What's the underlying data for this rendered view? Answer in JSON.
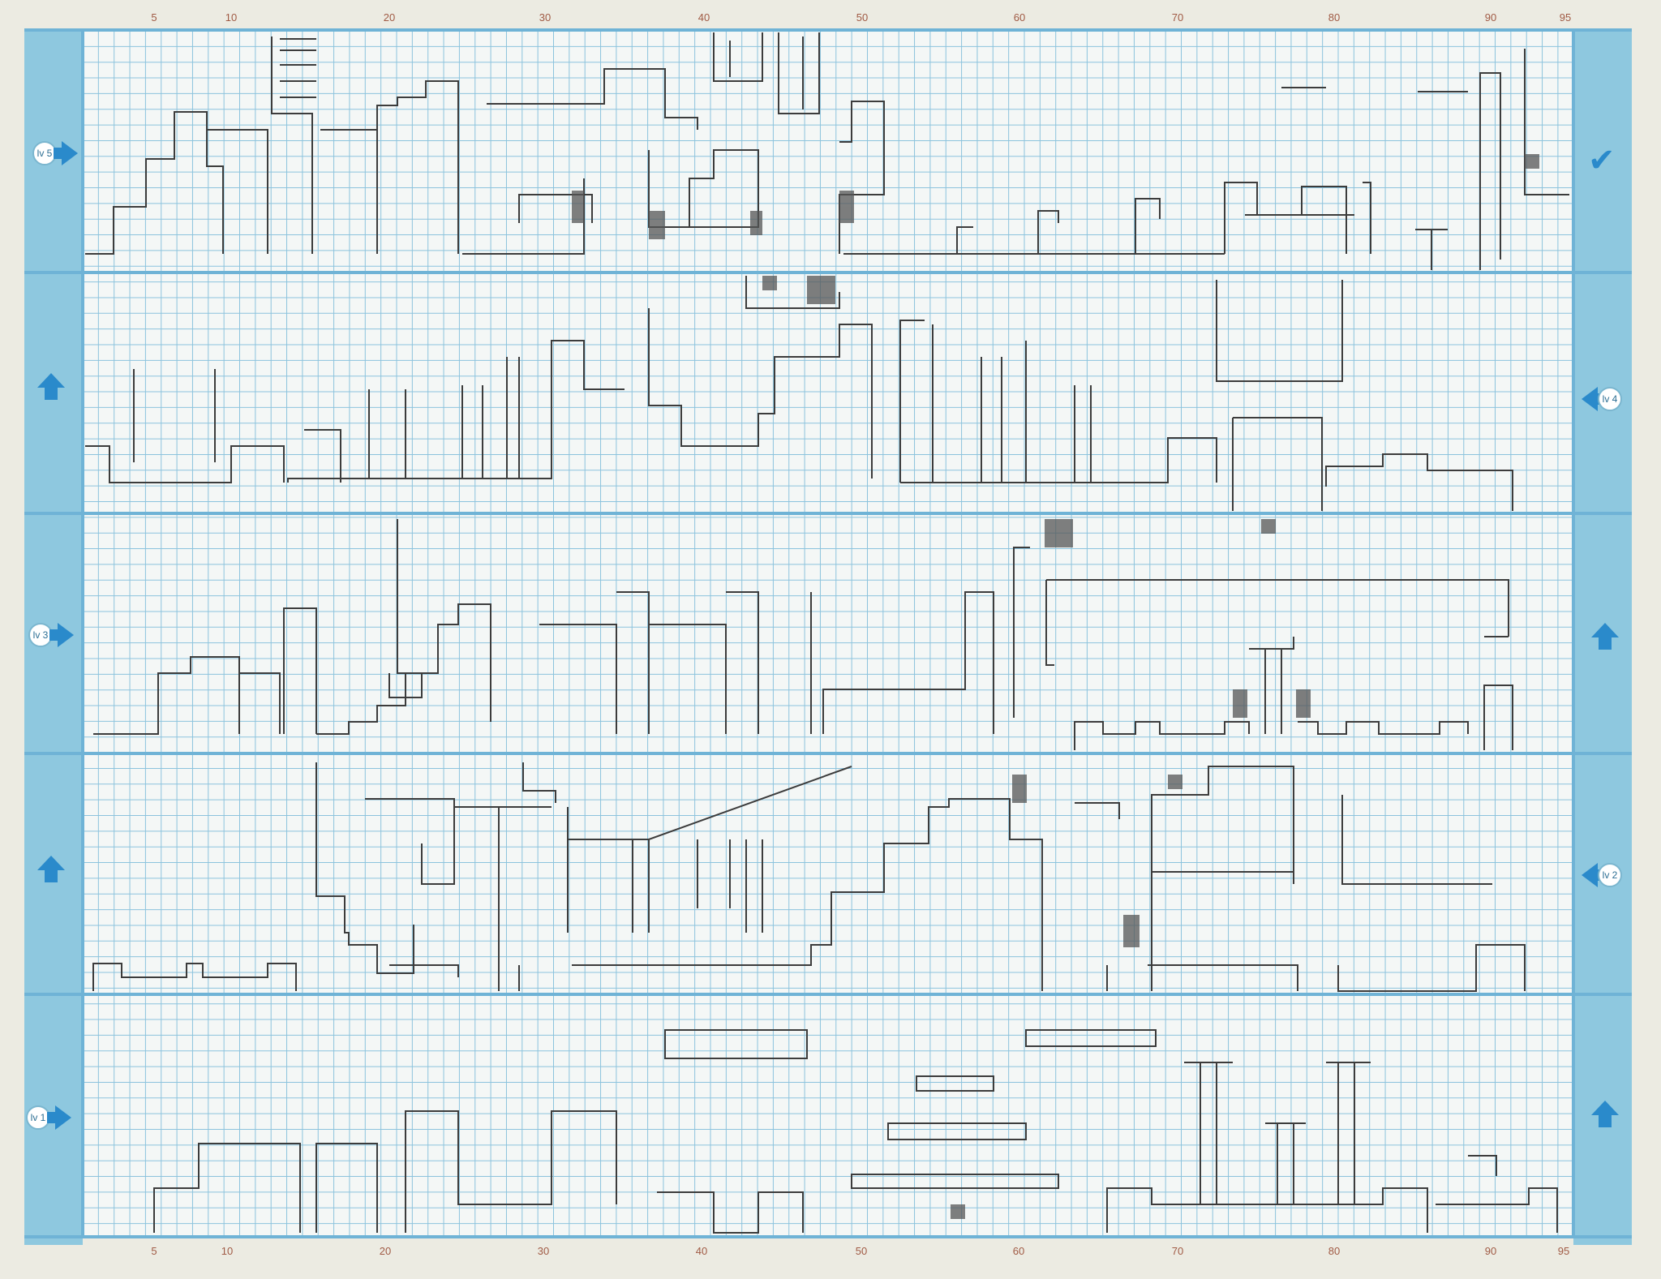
{
  "ruler": {
    "labels": [
      "5",
      "10",
      "20",
      "30",
      "40",
      "50",
      "60",
      "70",
      "80",
      "90",
      "95"
    ],
    "top_label_index": [
      0,
      1,
      2,
      3,
      4,
      5,
      6,
      7,
      8,
      9,
      10
    ],
    "bottom_label_index": [
      0,
      1,
      2,
      3,
      4,
      5,
      6,
      7,
      8,
      9,
      10
    ]
  },
  "levels": [
    {
      "id": "lv5",
      "badge": "lv 5",
      "left_marker": "lv 5",
      "right_marker": "check-icon"
    },
    {
      "id": "lv4",
      "badge": "lv 4",
      "left_marker": "up-arrow-icon",
      "right_marker": "lv 4"
    },
    {
      "id": "lv3",
      "badge": "lv 3",
      "left_marker": "lv 3",
      "right_marker": "up-arrow-icon"
    },
    {
      "id": "lv2",
      "badge": "lv 2",
      "left_marker": "up-arrow-icon",
      "right_marker": "lv 2"
    },
    {
      "id": "lv1",
      "badge": "lv 1",
      "left_marker": "lv 1",
      "right_marker": "up-arrow-icon"
    }
  ],
  "colors": {
    "paper": "#ecebe2",
    "margin_band": "#8ec8df",
    "grid_line": "#8cc3dd",
    "major_line": "#6fb3d6",
    "pencil": "#3c3c3c",
    "accent_arrow": "#2a8acb",
    "ruler_text": "#a05a44"
  }
}
